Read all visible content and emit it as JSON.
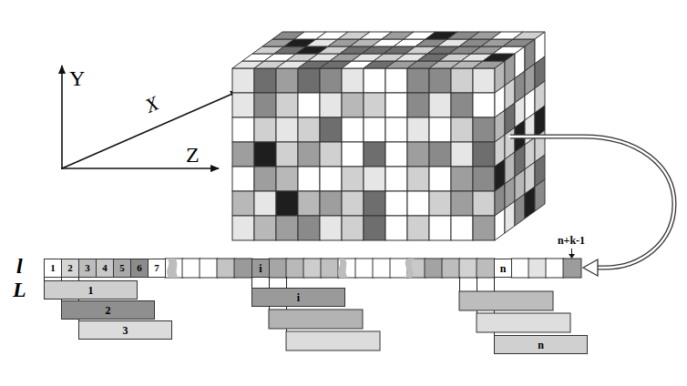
{
  "diagram": {
    "nodes": [
      {
        "text": [
          "1"
        ]
      },
      {
        "text": [
          "2"
        ]
      },
      {
        "text": [
          "3"
        ]
      },
      {
        "text": [
          "4"
        ]
      },
      {
        "text": [
          "5"
        ]
      },
      {
        "text": [
          "6"
        ]
      },
      {
        "text": [
          "7"
        ]
      },
      {
        "text": [
          "i"
        ]
      },
      {
        "text": [
          "n"
        ]
      },
      {
        "text": [
          "1"
        ]
      },
      {
        "text": [
          "2"
        ]
      },
      {
        "text": [
          "3"
        ]
      },
      {
        "text": [
          "i"
        ]
      },
      {
        "text": [
          "n"
        ]
      }
    ],
    "edges": [
      {
        "from": 0,
        "to": 9,
        "arrow": "none"
      },
      {
        "from": 1,
        "to": 10,
        "arrow": "none"
      },
      {
        "from": 2,
        "to": 11,
        "arrow": "none"
      },
      {
        "from": 7,
        "to": 12,
        "arrow": "none"
      },
      {
        "from": 8,
        "to": 13,
        "arrow": "none"
      }
    ],
    "labels": [
      "Y",
      "X",
      "Z",
      "l",
      "L",
      "n+k-1"
    ]
  }
}
